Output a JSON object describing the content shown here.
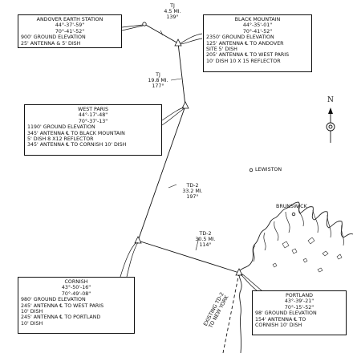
{
  "stations": {
    "andover": {
      "name": "ANDOVER EARTH STATION",
      "lat": "44°-37'-59\"",
      "lon": "70°-41'-52\"",
      "lines": [
        "900' GROUND ELEVATION",
        "25' ANTENNA & 5' DISH"
      ]
    },
    "black_mountain": {
      "name": "BLACK MOUNTAIN",
      "lat": "44°-35'-01\"",
      "lon": "70°-41'-52\"",
      "lines": [
        "2350' GROUND ELEVATION",
        "125' ANTENNA ℄ TO ANDOVER",
        "SITE 5' DISH",
        "205' ANTENNA ℄ TO WEST PARIS",
        "10' DISH 10 X 15 REFLECTOR"
      ]
    },
    "west_paris": {
      "name": "WEST PARIS",
      "lat": "44°-17'-48\"",
      "lon": "70°-37'-13\"",
      "lines": [
        "1190' GROUND ELEVATION",
        "345' ANTENNA ℄ TO BLACK MOUNTAIN",
        "5' DISH 8 X12 REFLECTOR",
        "345' ANTENNA ℄ TO CORNISH 10' DISH"
      ]
    },
    "cornish": {
      "name": "CORNISH",
      "lat": "43°-50'-16\"",
      "lon": "70°-49'-08\"",
      "lines": [
        "980' GROUND ELEVATION",
        "245' ANTENNA ℄ TO WEST PARIS",
        "10' DISH",
        "245' ANTENNA ℄ TO PORTLAND",
        "10' DISH"
      ]
    },
    "portland": {
      "name": "PORTLAND",
      "lat": "43°-39'-21\"",
      "lon": "70°-15'-52\"",
      "lines": [
        "98' GROUND ELEVATION",
        "154' ANTENNA ℄ TO",
        "CORNISH 10' DISH"
      ]
    }
  },
  "links": {
    "tj_top": {
      "type": "TJ",
      "dist": "4.5 MI.",
      "bearing": "139°"
    },
    "tj_mid": {
      "type": "TJ",
      "dist": "19.8 MI.",
      "bearing": "177°"
    },
    "td2_mid": {
      "type": "TD-2",
      "dist": "33.2 MI.",
      "bearing": "197°"
    },
    "td2_low": {
      "type": "TD-2",
      "dist": "30.5 MI.",
      "bearing": "114°"
    }
  },
  "places": {
    "lewiston": "LEWISTON",
    "brunswick": "BRUNSWICK",
    "existing": "EXISTING TD-2",
    "to_ny": "TO NEW YORK"
  },
  "north": "N"
}
